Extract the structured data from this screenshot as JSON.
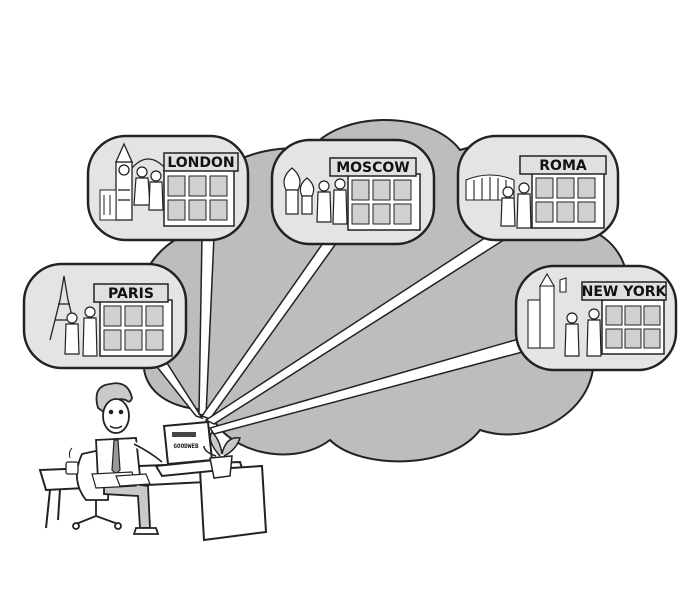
{
  "stores": {
    "london": {
      "label": "LONDON"
    },
    "moscow": {
      "label": "MOSCOW"
    },
    "roma": {
      "label": "ROMA"
    },
    "paris": {
      "label": "PARIS"
    },
    "new_york": {
      "label": "NEW YORK"
    }
  },
  "laptop": {
    "screen_text": "GOODWEB"
  },
  "colors": {
    "cloud_fill": "#bdbdbd",
    "bubble_fill": "#e4e4e4",
    "outline": "#222222",
    "beam_fill": "#ffffff"
  }
}
